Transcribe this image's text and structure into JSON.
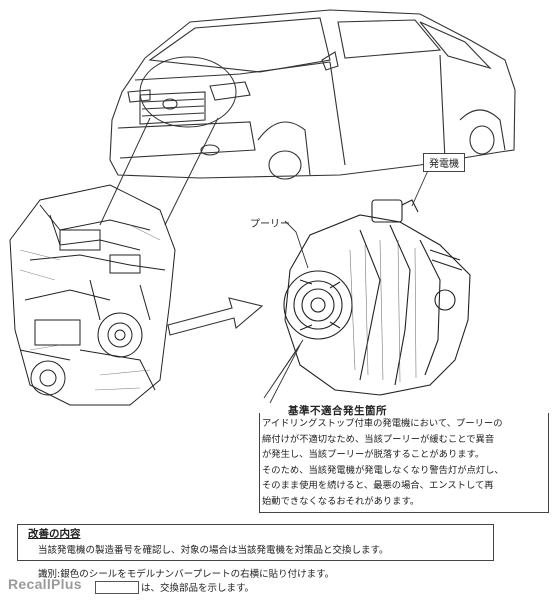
{
  "labels": {
    "alternator": "発電機",
    "pulley": "プーリー"
  },
  "defect": {
    "title": "基準不適合発生箇所",
    "text": "アイドリングストップ付車の発電機において、プーリーの\n締付けが不適切なため、当該プーリーが緩むことで異音\nが発生し、当該プーリーが脱落することがあります。\nそのため、当該発電機が発電しなくなり警告灯が点灯し、\nそのまま使用を続けると、最悪の場合、エンストして再\n始動できなくなるおそれがあります。"
  },
  "fix": {
    "title": "改善の内容",
    "text": "当該発電機の製造番号を確認し、対象の場合は当該発電機を対策品と交換します。"
  },
  "identification": {
    "text": "識別:銀色のシールをモデルナンバープレートの右横に貼り付けます。"
  },
  "legend": {
    "text": "は、交換部品を示します。"
  },
  "watermark": "RecallPlus",
  "figures": {
    "vehicle": "minivan-front-view",
    "engine": "engine-assembly",
    "alternator": "alternator-detail"
  }
}
